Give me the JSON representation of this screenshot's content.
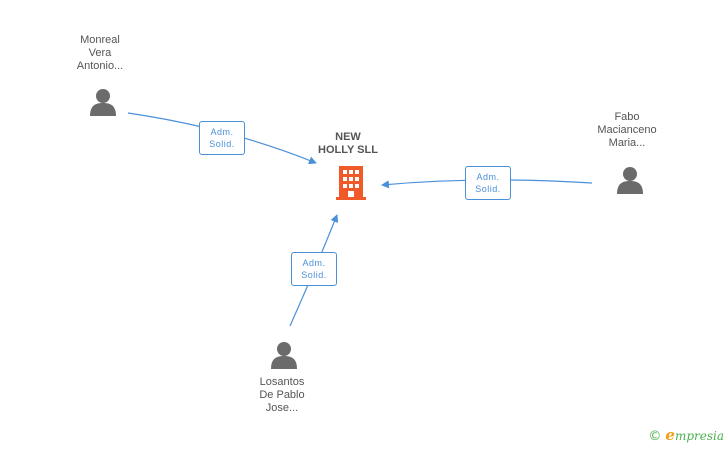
{
  "company": {
    "name_lines": [
      "NEW",
      "HOLLY SLL"
    ],
    "icon": "building-icon",
    "color": "#f05a28"
  },
  "persons": [
    {
      "name_lines": [
        "Monreal",
        "Vera",
        "Antonio..."
      ],
      "icon": "person-icon"
    },
    {
      "name_lines": [
        "Fabo",
        "Macianceno",
        "Maria..."
      ],
      "icon": "person-icon"
    },
    {
      "name_lines": [
        "Losantos",
        "De Pablo",
        "Jose..."
      ],
      "icon": "person-icon"
    }
  ],
  "edges": [
    {
      "role_lines": [
        "Adm.",
        "Solid."
      ]
    },
    {
      "role_lines": [
        "Adm.",
        "Solid."
      ]
    },
    {
      "role_lines": [
        "Adm.",
        "Solid."
      ]
    }
  ],
  "colors": {
    "edge": "#4a90d9",
    "person": "#6b6b6b"
  },
  "brand": {
    "copyright": "©",
    "initial": "e",
    "rest": "mpresia"
  }
}
